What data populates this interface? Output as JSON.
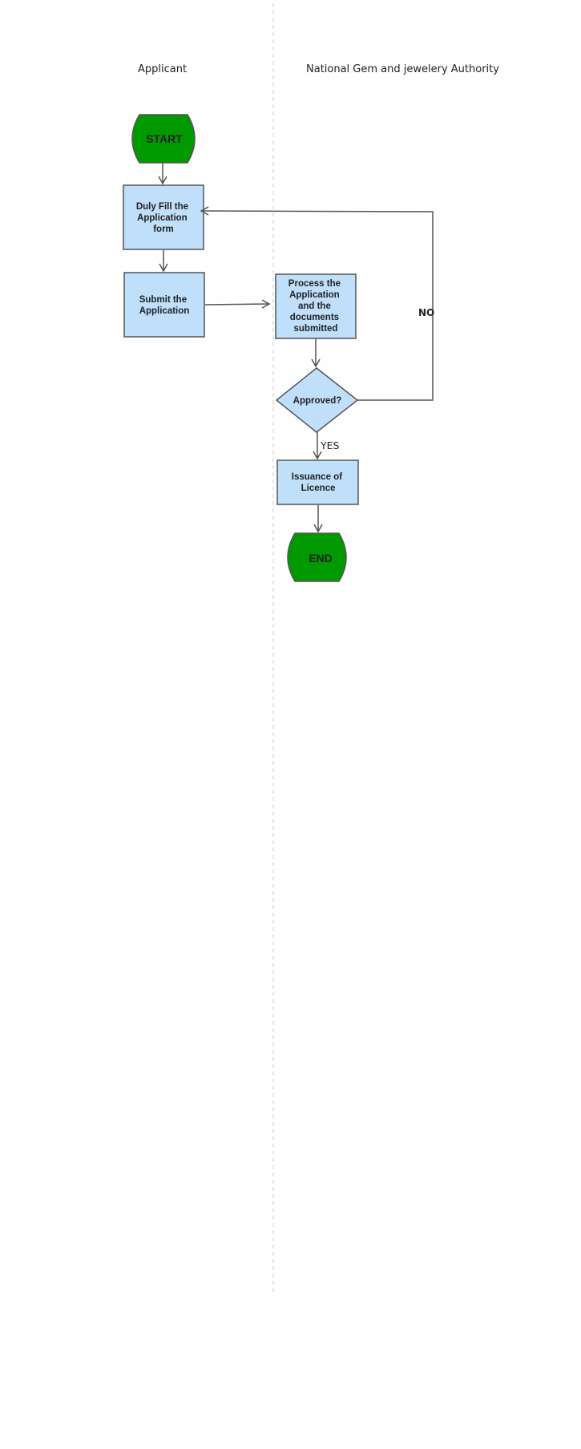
{
  "lanes": {
    "applicant": "Applicant",
    "authority": "National Gem and jewelery Authority"
  },
  "nodes": {
    "start": "START",
    "fill_form": [
      "Duly Fill the",
      "Application",
      "form"
    ],
    "submit": [
      "Submit the",
      "Application"
    ],
    "process": [
      "Process the",
      "Application",
      "and the",
      "documents",
      "submitted"
    ],
    "approved": "Approved?",
    "issuance": [
      "Issuance of",
      "Licence"
    ],
    "end": "END"
  },
  "edges": {
    "yes": "YES",
    "no": "NO"
  },
  "colors": {
    "terminal_fill": "#009900",
    "process_fill": "#bfdffb",
    "stroke": "#555555",
    "lane_divider": "#cccccc"
  }
}
